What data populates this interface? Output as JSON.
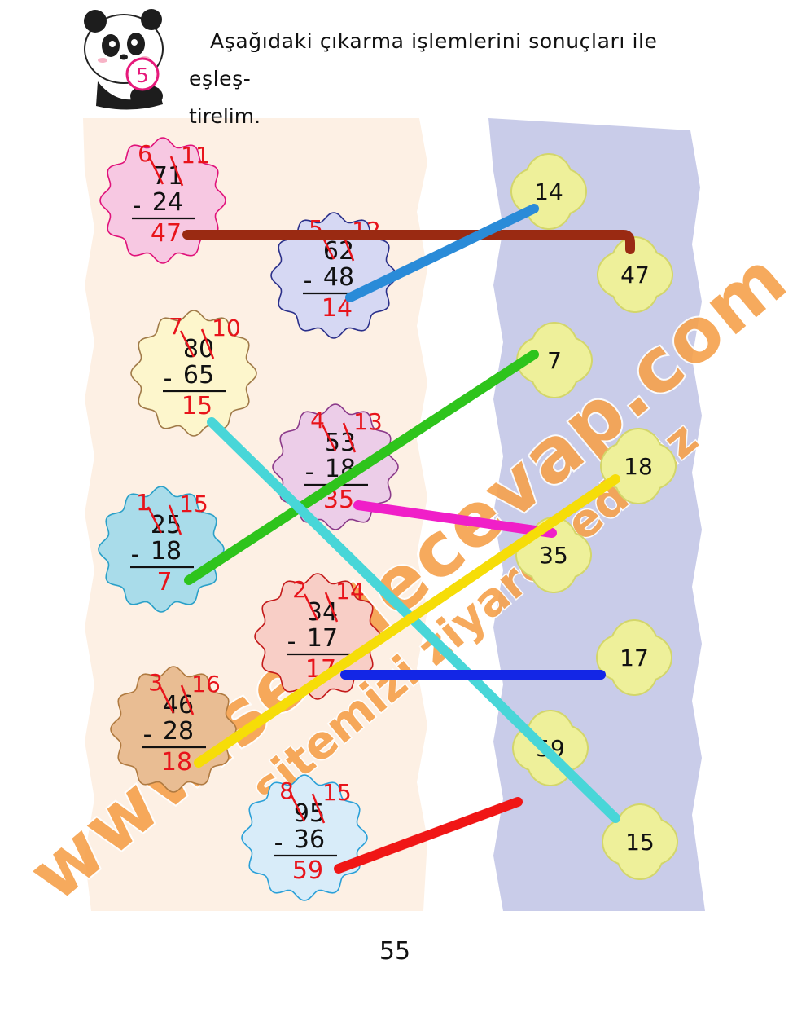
{
  "task_number": "5",
  "instruction_line1": "Aşağıdaki çıkarma işlemlerini sonuçları ile eşleş-",
  "instruction_line2": "tirelim.",
  "page_number": "55",
  "watermark": "www.sevdecevap.com sitemizi ziyaret ediniz",
  "problems": [
    {
      "borrow_left": "6",
      "borrow_right": "11",
      "minuend": "71",
      "subtrahend": "24",
      "result": "47",
      "sign": "-"
    },
    {
      "borrow_left": "5",
      "borrow_right": "12",
      "minuend": "62",
      "subtrahend": "48",
      "result": "14",
      "sign": "-"
    },
    {
      "borrow_left": "7",
      "borrow_right": "10",
      "minuend": "80",
      "subtrahend": "65",
      "result": "15",
      "sign": "-"
    },
    {
      "borrow_left": "4",
      "borrow_right": "13",
      "minuend": "53",
      "subtrahend": "18",
      "result": "35",
      "sign": "-"
    },
    {
      "borrow_left": "1",
      "borrow_right": "15",
      "minuend": "25",
      "subtrahend": "18",
      "result": "7",
      "sign": "-"
    },
    {
      "borrow_left": "2",
      "borrow_right": "14",
      "minuend": "34",
      "subtrahend": "17",
      "result": "17",
      "sign": "-"
    },
    {
      "borrow_left": "3",
      "borrow_right": "16",
      "minuend": "46",
      "subtrahend": "28",
      "result": "18",
      "sign": "-"
    },
    {
      "borrow_left": "8",
      "borrow_right": "15",
      "minuend": "95",
      "subtrahend": "36",
      "result": "59",
      "sign": "-"
    }
  ],
  "answers": [
    "14",
    "47",
    "7",
    "18",
    "35",
    "17",
    "59",
    "15"
  ],
  "colors": {
    "left_panel": "#fdf0e4",
    "right_panel": "#c9cce9",
    "flower_fill": "#eef09a",
    "flower_stroke": "#d3d66a",
    "borrow_red": "#e8141b",
    "number_red": "#e8141b",
    "badge_pink": "#e6197b",
    "line_brown": "#9a2a12",
    "line_blue": "#2a8bd8",
    "line_green": "#2ec41c",
    "line_cyan": "#48d6d8",
    "line_magenta": "#f01fc8",
    "line_yellow": "#f6dd08",
    "line_navy": "#1326e6",
    "line_red": "#f01616"
  }
}
